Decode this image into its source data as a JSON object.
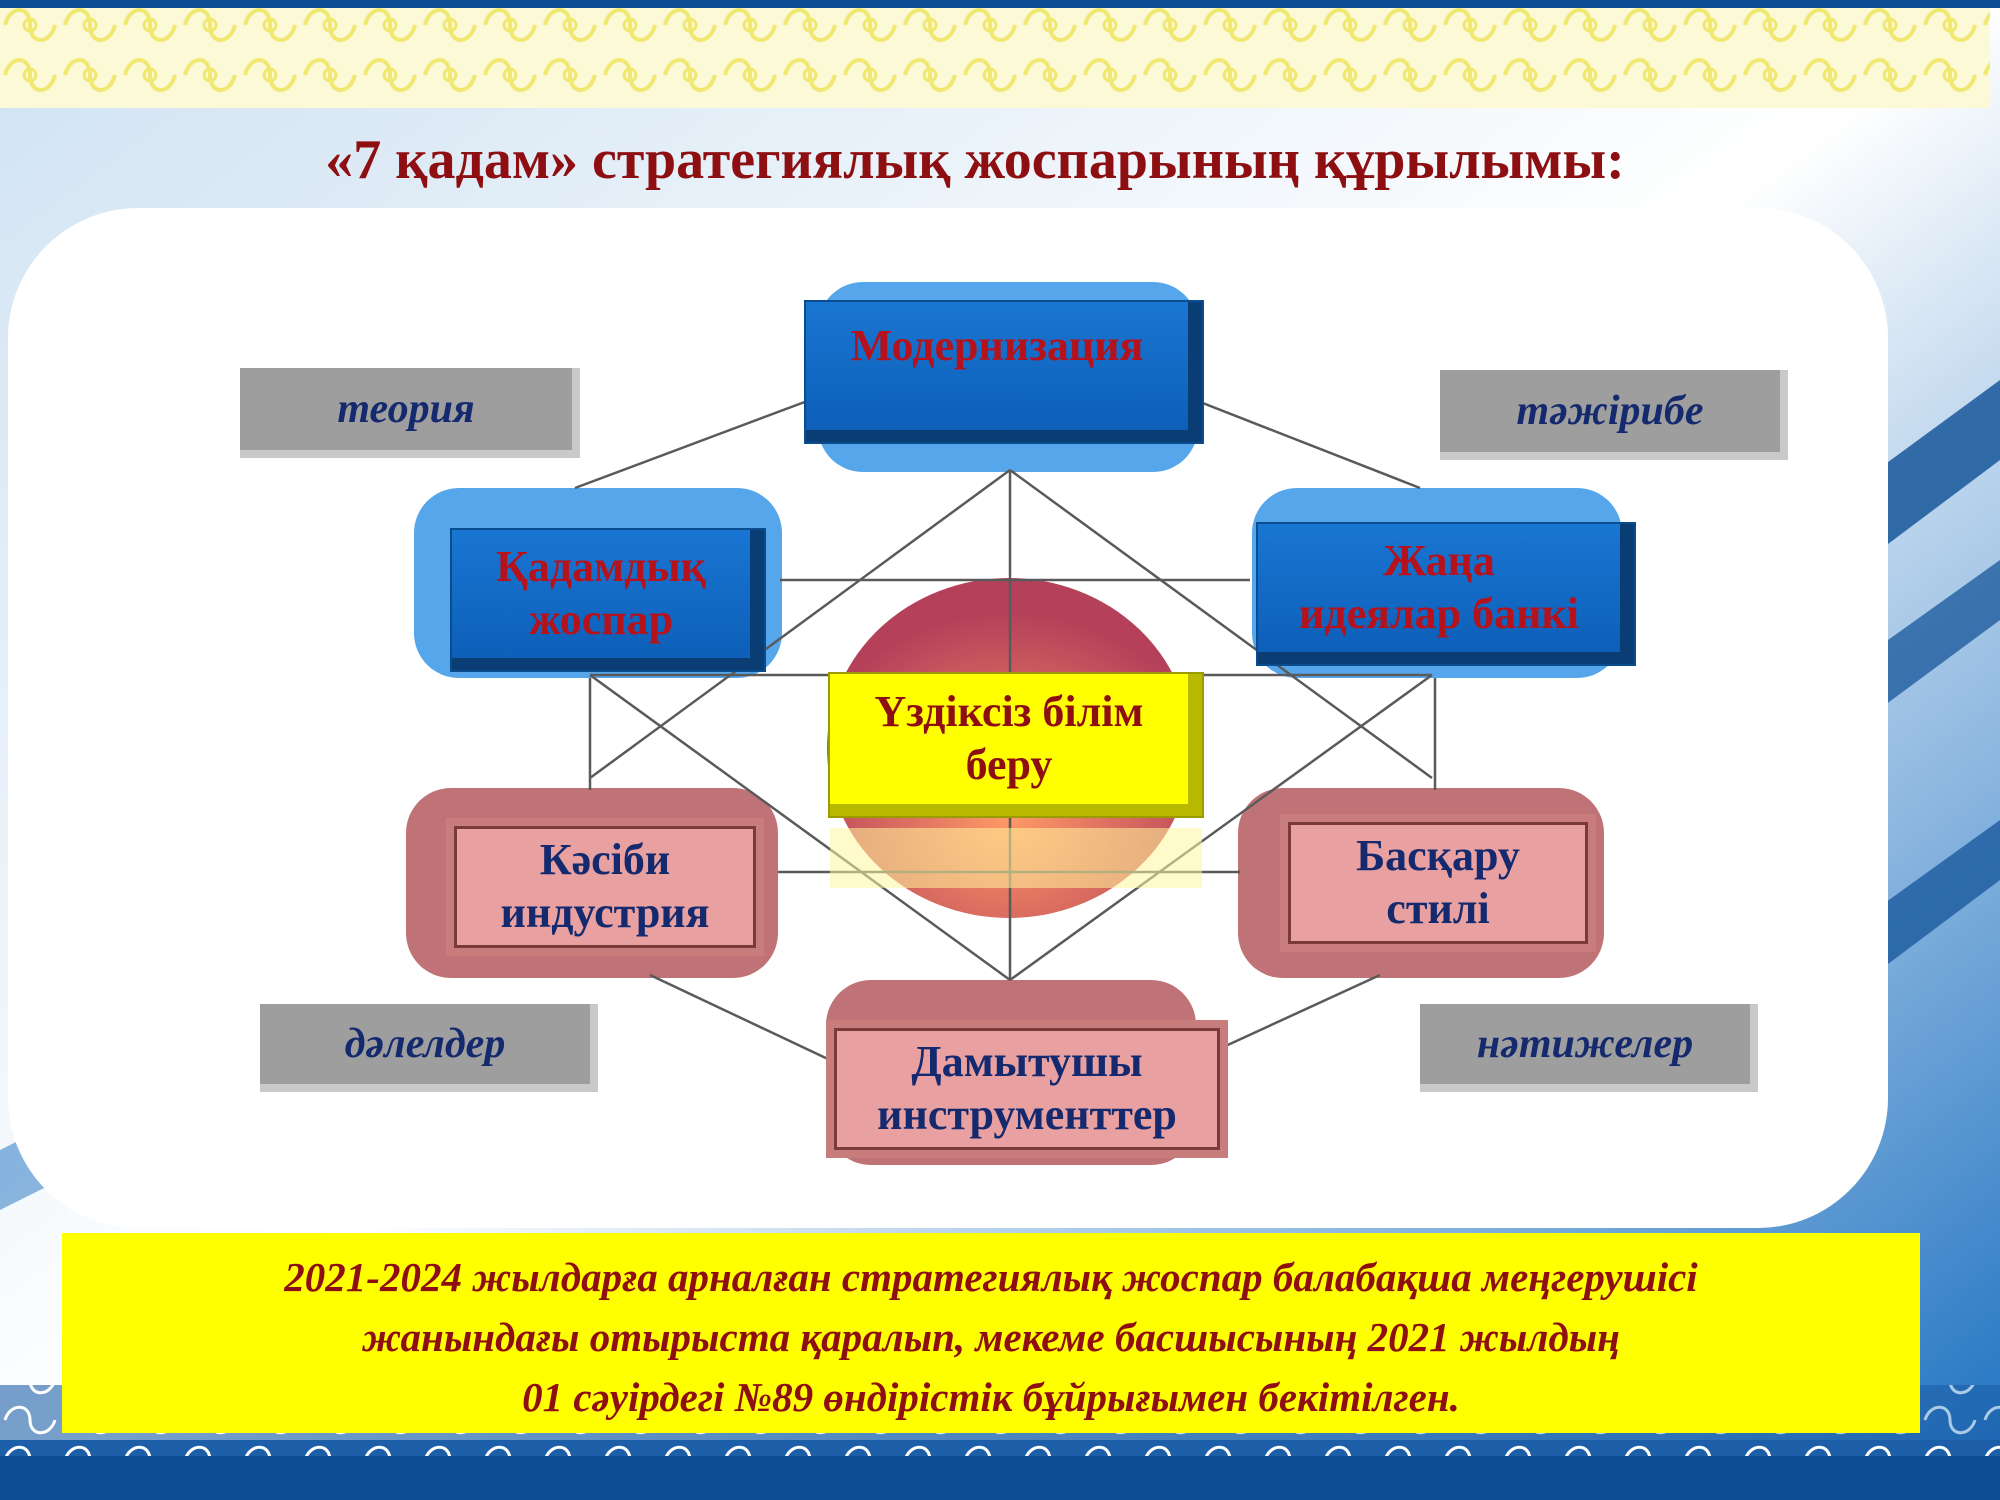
{
  "title": "«7 қадам» стратегиялық жоспарының құрылымы:",
  "nodes": {
    "top": "Модернизация",
    "left_top_1": "Қадамдық",
    "left_top_2": "жоспар",
    "right_top_1": "Жаңа",
    "right_top_2": "идеялар банкі",
    "center_1": "Үздіксіз білім",
    "center_2": "беру",
    "left_bottom_1": "Кәсіби",
    "left_bottom_2": "индустрия",
    "right_bottom_1": "Басқару",
    "right_bottom_2": "стилі",
    "bottom_1": "Дамытушы",
    "bottom_2": "инструменттер"
  },
  "labels": {
    "theory": "теория",
    "practice": "тәжірибе",
    "evidence": "дәлелдер",
    "results": "нәтижелер"
  },
  "footer": {
    "line1": "2021-2024 жылдарға арналған стратегиялық жоспар балабақша меңгерушісі",
    "line2": "жанындағы отырыста қаралып, мекеме басшысының 2021 жылдың",
    "line3": "01 сәуірдегі №89 өндірістік бұйрығымен бекітілген."
  },
  "colors": {
    "title": "#8e0f12",
    "blue_box": "#1976d2",
    "pink_box": "#e8a0a0",
    "yellow_box": "#ffff00",
    "gray_box": "#9e9e9e"
  }
}
